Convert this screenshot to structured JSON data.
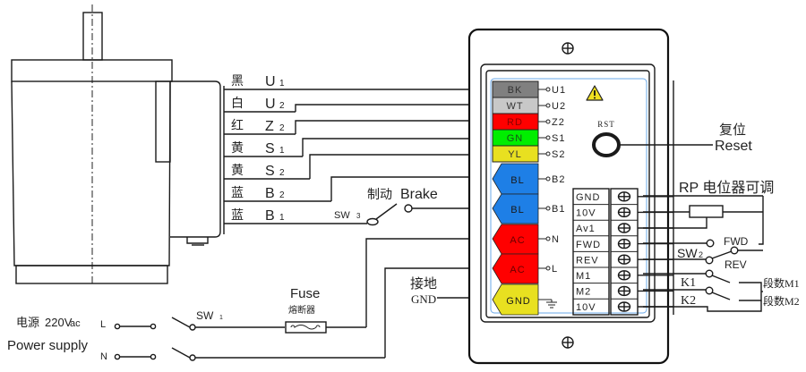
{
  "motor": {
    "wires": [
      {
        "color_cn": "黑",
        "terminal": "U",
        "sub": "1"
      },
      {
        "color_cn": "白",
        "terminal": "U",
        "sub": "2"
      },
      {
        "color_cn": "红",
        "terminal": "Z",
        "sub": "2"
      },
      {
        "color_cn": "黄",
        "terminal": "S",
        "sub": "1"
      },
      {
        "color_cn": "黄",
        "terminal": "S",
        "sub": "2"
      },
      {
        "color_cn": "蓝",
        "terminal": "B",
        "sub": "2"
      },
      {
        "color_cn": "蓝",
        "terminal": "B",
        "sub": "1"
      }
    ]
  },
  "controller": {
    "color_tags": [
      {
        "label": "BK",
        "pin": "U1",
        "fill": "#808080",
        "text_color": "#333333"
      },
      {
        "label": "WT",
        "pin": "U2",
        "fill": "#c8c8c8",
        "text_color": "#333333"
      },
      {
        "label": "RD",
        "pin": "Z2",
        "fill": "#ff0000",
        "text_color": "#8a0000"
      },
      {
        "label": "GN",
        "pin": "S1",
        "fill": "#00ee00",
        "text_color": "#1a4d1a"
      },
      {
        "label": "YL",
        "pin": "S2",
        "fill": "#e8e020",
        "text_color": "#333333"
      }
    ],
    "arrow_tags": [
      {
        "label": "BL",
        "pin": "B2",
        "fill": "#1e7fe6"
      },
      {
        "label": "BL",
        "pin": "B1",
        "fill": "#1e7fe6"
      },
      {
        "label": "AC",
        "pin": "N",
        "fill": "#ff0000"
      },
      {
        "label": "AC",
        "pin": "L",
        "fill": "#ff0000"
      },
      {
        "label": "GND",
        "pin": "",
        "fill": "#e8e020"
      }
    ],
    "rst_label": "RST",
    "terminal_block": [
      "GND",
      "10V",
      "Av1",
      "FWD",
      "REV",
      "M1",
      "M2",
      "10V"
    ]
  },
  "labels": {
    "reset_cn": "复位",
    "reset_en": "Reset",
    "rp_label": "RP 电位器可调",
    "sw2": "SW",
    "sw2_sub": "2",
    "fwd": "FWD",
    "rev": "REV",
    "k1": "K1",
    "k2": "K2",
    "m1": "段数M1",
    "m2": "段数M2",
    "brake_cn": "制动",
    "brake_en": "Brake",
    "sw3": "SW",
    "sw3_sub": "3",
    "ground_cn": "接地",
    "ground_en": "GND",
    "fuse_en": "Fuse",
    "fuse_cn": "熔断器",
    "sw1": "SW",
    "sw1_sub": "1",
    "power_cn": "电源",
    "power_v": "220V",
    "power_ac": "ac",
    "power_en": "Power supply",
    "line_L": "L",
    "line_N": "N"
  }
}
